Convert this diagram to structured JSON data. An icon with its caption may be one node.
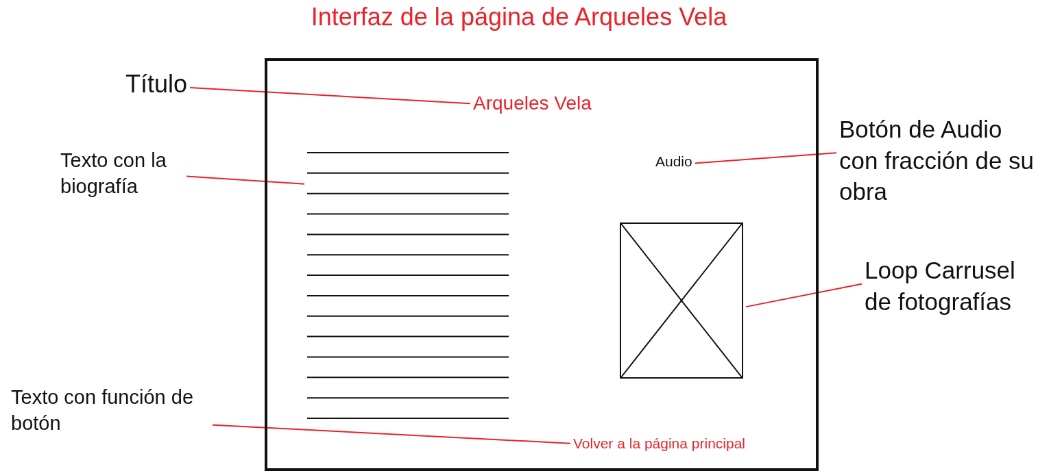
{
  "diagram": {
    "title": "Interfaz de la página de Arqueles Vela",
    "nodes": [
      {
        "text": [],
        "shape": "box"
      },
      {
        "text": [
          "Arqueles Vela"
        ],
        "in": 0
      },
      {
        "text": [
          "Título"
        ]
      },
      {
        "text": [],
        "shape": "lines",
        "in": 0
      },
      {
        "text": [
          "Texto con la biografía"
        ]
      },
      {
        "text": [
          "Audio"
        ],
        "in": 0
      },
      {
        "text": [
          "Botón de Audio con fracción de su obra"
        ]
      },
      {
        "text": [],
        "shape": "box",
        "in": 0
      },
      {
        "text": [
          "Loop Carrusel de fotografías"
        ]
      },
      {
        "text": [
          "Volver a la página principal"
        ],
        "in": 0
      },
      {
        "text": [
          "Texto con función de botón"
        ]
      }
    ],
    "edges": [
      {
        "from": 2,
        "to": 1,
        "arrow": "none"
      },
      {
        "from": 4,
        "to": 3,
        "arrow": "none"
      },
      {
        "from": 6,
        "to": 5,
        "arrow": "none"
      },
      {
        "from": 8,
        "to": 7,
        "arrow": "none"
      },
      {
        "from": 10,
        "to": 9,
        "arrow": "none"
      }
    ]
  }
}
